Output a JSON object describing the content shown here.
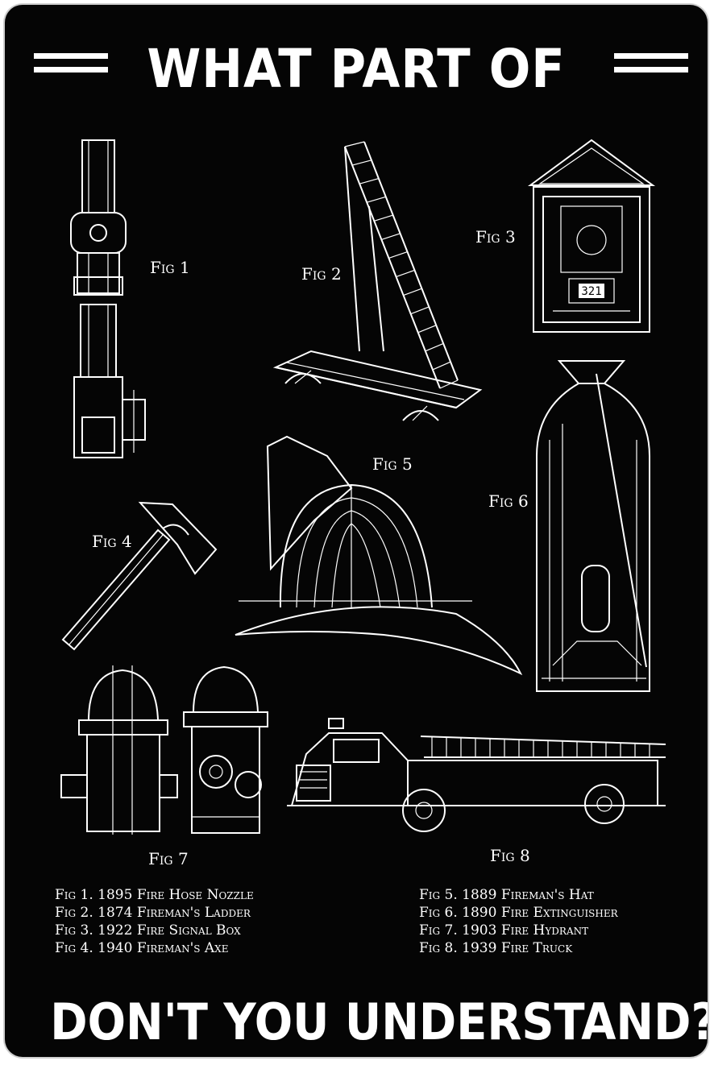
{
  "headline": {
    "top": "WHAT PART OF",
    "bottom": "DON'T YOU UNDERSTAND?"
  },
  "figures": [
    {
      "label": "Fig 1",
      "icon": "fire-hose-nozzle-drawing"
    },
    {
      "label": "Fig 2",
      "icon": "firemans-ladder-drawing"
    },
    {
      "label": "Fig 3",
      "icon": "fire-signal-box-drawing",
      "box_number": "321"
    },
    {
      "label": "Fig 4",
      "icon": "firemans-axe-drawing"
    },
    {
      "label": "Fig 5",
      "icon": "firemans-hat-drawing"
    },
    {
      "label": "Fig 6",
      "icon": "fire-extinguisher-drawing"
    },
    {
      "label": "Fig 7",
      "icon": "fire-hydrant-drawing"
    },
    {
      "label": "Fig 8",
      "icon": "fire-truck-drawing"
    }
  ],
  "legend": {
    "left": [
      "Fig 1. 1895 Fire Hose Nozzle",
      "Fig 2. 1874 Fireman's Ladder",
      "Fig 3. 1922 Fire Signal Box",
      "Fig 4. 1940 Fireman's Axe"
    ],
    "right": [
      "Fig 5. 1889 Fireman's Hat",
      "Fig 6. 1890 Fire Extinguisher",
      "Fig 7. 1903 Fire Hydrant",
      "Fig 8. 1939 Fire Truck"
    ]
  },
  "colors": {
    "background": "#050505",
    "ink": "#ffffff"
  }
}
